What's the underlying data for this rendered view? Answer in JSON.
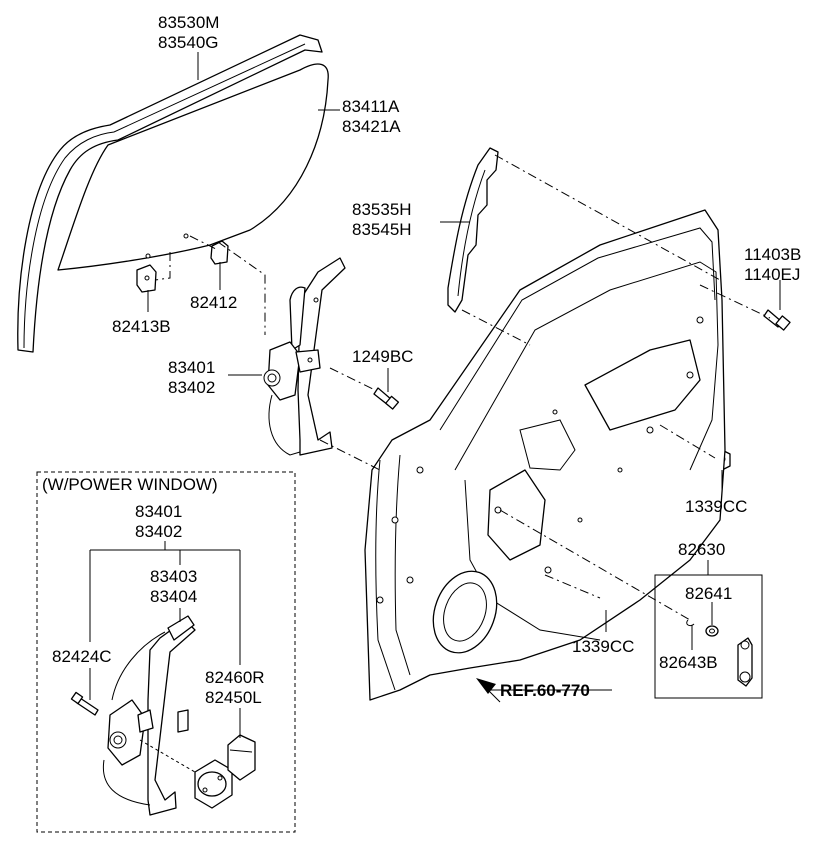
{
  "labels": {
    "glass_run": [
      "83530M",
      "83540G"
    ],
    "door_glass": [
      "83411A",
      "83421A"
    ],
    "rear_channel": [
      "83535H",
      "83545H"
    ],
    "bolt_top": [
      "11403B",
      "1140EJ"
    ],
    "clip_left": "82413B",
    "clip_right": "82412",
    "regulator": [
      "83401",
      "83402"
    ],
    "bolt_reg": "1249BC",
    "nut_upper": "1339CC",
    "nut_lower": "1339CC",
    "handle_assy": "82630",
    "washer": "82641",
    "handle_clip": "82643B",
    "ref": "REF.60-770",
    "power_box_title": "(W/POWER WINDOW)",
    "pw_regulator": [
      "83401",
      "83402"
    ],
    "pw_regulator_sub": [
      "83403",
      "83404"
    ],
    "pw_bolt": "82424C",
    "pw_motor": [
      "82460R",
      "82450L"
    ]
  }
}
